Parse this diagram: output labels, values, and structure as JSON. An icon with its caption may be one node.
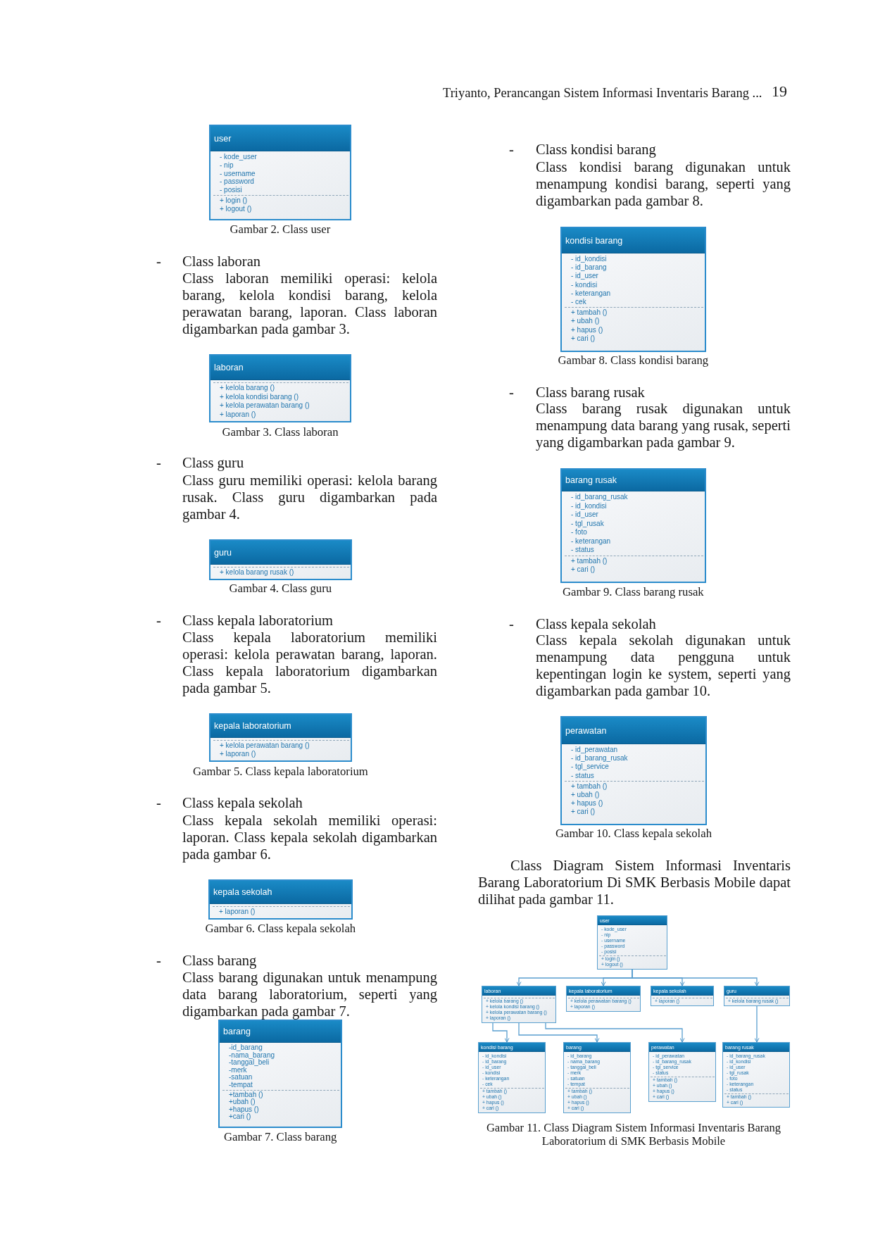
{
  "diagram": {
    "nodes": [
      {
        "text": [
          "user",
          "- kode_user",
          "- nip",
          "- username",
          "- password",
          "- posisi",
          "+ login ()",
          "+ logout ()"
        ],
        "beside": [
          "Gambar 2. Class user"
        ]
      },
      {
        "text": [
          "laboran",
          "+ kelola barang ()",
          "+ kelola kondisi barang ()",
          "+ kelola perawatan barang ()",
          "+ laporan ()"
        ],
        "beside": [
          "Gambar 3. Class laboran"
        ]
      },
      {
        "text": [
          "guru",
          "+ kelola barang rusak ()"
        ],
        "beside": [
          "Gambar 4. Class guru"
        ]
      },
      {
        "text": [
          "kepala laboratorium",
          "+ kelola perawatan barang ()",
          "+ laporan ()"
        ],
        "beside": [
          "Gambar 5. Class kepala laboratorium"
        ]
      },
      {
        "text": [
          "kepala sekolah",
          "+ laporan ()"
        ],
        "beside": [
          "Gambar 6. Class kepala sekolah"
        ]
      },
      {
        "text": [
          "barang",
          "-id_barang",
          "-nama_barang",
          "-tanggal_beli",
          "-merk",
          "-satuan",
          "-tempat",
          "+tambah ()",
          "+ubah ()",
          "+hapus ()",
          "+cari ()"
        ],
        "beside": [
          "Gambar 7. Class barang"
        ]
      },
      {
        "text": [
          "kondisi barang",
          "- id_kondisi",
          "- id_barang",
          "- id_user",
          "- kondisi",
          "- keterangan",
          "- cek",
          "+ tambah ()",
          "+ ubah ()",
          "+ hapus ()",
          "+ cari ()"
        ],
        "beside": [
          "Gambar 8. Class kondisi barang"
        ]
      },
      {
        "text": [
          "barang rusak",
          "- id_barang_rusak",
          "- id_kondisi",
          "- id_user",
          "- tgl_rusak",
          "- foto",
          "- keterangan",
          "- status",
          "+ tambah ()",
          "+ cari ()"
        ],
        "beside": [
          "Gambar 9. Class barang rusak"
        ]
      },
      {
        "text": [
          "perawatan",
          "- id_perawatan",
          "- id_barang_rusak",
          "- tgl_service",
          "- status",
          "+ tambah ()",
          "+ ubah ()",
          "+ hapus ()",
          "+ cari ()"
        ],
        "beside": [
          "Gambar 10. Class kepala sekolah"
        ]
      },
      {
        "text": [
          "user",
          "- kode_user",
          "- nip",
          "- username",
          "- password",
          "- posisi",
          "+ login ()",
          "+ logout ()"
        ]
      },
      {
        "text": [
          "laboran",
          "+ kelola barang ()",
          "+ kelola kondisi barang ()",
          "+ kelola perawatan barang ()",
          "+ laporan ()"
        ]
      },
      {
        "text": [
          "kepala laboratorium",
          "+ kelola perawatan barang ()",
          "+ laporan ()"
        ]
      },
      {
        "text": [
          "kepala sekolah",
          "+ laporan ()"
        ]
      },
      {
        "text": [
          "guru",
          "+ kelola barang rusak ()"
        ]
      },
      {
        "text": [
          "kondisi barang",
          "- id_kondisi",
          "- id_barang",
          "- id_user",
          "- kondisi",
          "- keterangan",
          "- cek",
          "+ tambah ()",
          "+ ubah ()",
          "+ hapus ()",
          "+ cari ()"
        ]
      },
      {
        "text": [
          "barang",
          "- id_barang",
          "- nama_barang",
          "- tanggal_beli",
          "- merk",
          "- satuan",
          "- tempat",
          "+ tambah ()",
          "+ ubah ()",
          "+ hapus ()",
          "+ cari ()"
        ]
      },
      {
        "text": [
          "perawatan",
          "- id_perawatan",
          "- id_barang_rusak",
          "- tgl_service",
          "- status",
          "+ tambah ()",
          "+ ubah ()",
          "+ hapus ()",
          "+ cari ()"
        ]
      },
      {
        "text": [
          "barang rusak",
          "- id_barang_rusak",
          "- id_kondisi",
          "- id_user",
          "- tgl_rusak",
          "- foto",
          "- keterangan",
          "- status",
          "+ tambah ()",
          "+ cari ()"
        ]
      }
    ],
    "edges": [
      {
        "from": 9,
        "to": 10,
        "arrow": "to"
      },
      {
        "from": 9,
        "to": 11,
        "arrow": "to"
      },
      {
        "from": 9,
        "to": 12,
        "arrow": "to"
      },
      {
        "from": 9,
        "to": 13,
        "arrow": "to"
      },
      {
        "from": 10,
        "to": 14,
        "arrow": "to"
      },
      {
        "from": 10,
        "to": 15,
        "arrow": "to"
      },
      {
        "from": 10,
        "to": 16,
        "arrow": "to"
      },
      {
        "from": 13,
        "to": 17,
        "arrow": "to"
      }
    ],
    "labels": [
      "Triyanto, Perancangan Sistem Informasi Inventaris Barang ...",
      "19",
      "-",
      "Class laboran",
      "Class laboran memiliki operasi: kelola barang, kelola kondisi barang, kelola perawatan barang, laporan. Class laboran digambarkan pada gambar 3.",
      "-",
      "Class guru",
      "Class guru memiliki operasi: kelola barang rusak. Class guru digambarkan pada gambar 4.",
      "-",
      "Class kepala laboratorium",
      "Class kepala laboratorium memiliki operasi: kelola perawatan barang, laporan. Class kepala laboratorium digambarkan pada gambar 5.",
      "-",
      "Class kepala sekolah",
      "Class kepala sekolah memiliki operasi: laporan. Class kepala sekolah digambarkan pada gambar 6.",
      "-",
      "Class barang",
      "Class barang digunakan untuk menampung data barang laboratorium, seperti yang digambarkan pada gambar 7.",
      "-",
      "Class kondisi barang",
      "Class kondisi barang digunakan untuk menampung kondisi barang, seperti yang digambarkan pada gambar 8.",
      "-",
      "Class barang rusak",
      "Class barang rusak digunakan untuk menampung data barang yang rusak, seperti yang digambarkan pada gambar 9.",
      "-",
      "Class kepala sekolah",
      "Class kepala sekolah digunakan untuk menampung data pengguna untuk kepentingan login ke system, seperti yang digambarkan pada gambar 10.",
      "Class Diagram Sistem Informasi Inventaris Barang Laboratorium Di SMK Berbasis Mobile dapat dilihat pada gambar 11.",
      "Gambar 11. Class Diagram Sistem Informasi Inventaris Barang Laboratorium di SMK Berbasis Mobile"
    ]
  }
}
